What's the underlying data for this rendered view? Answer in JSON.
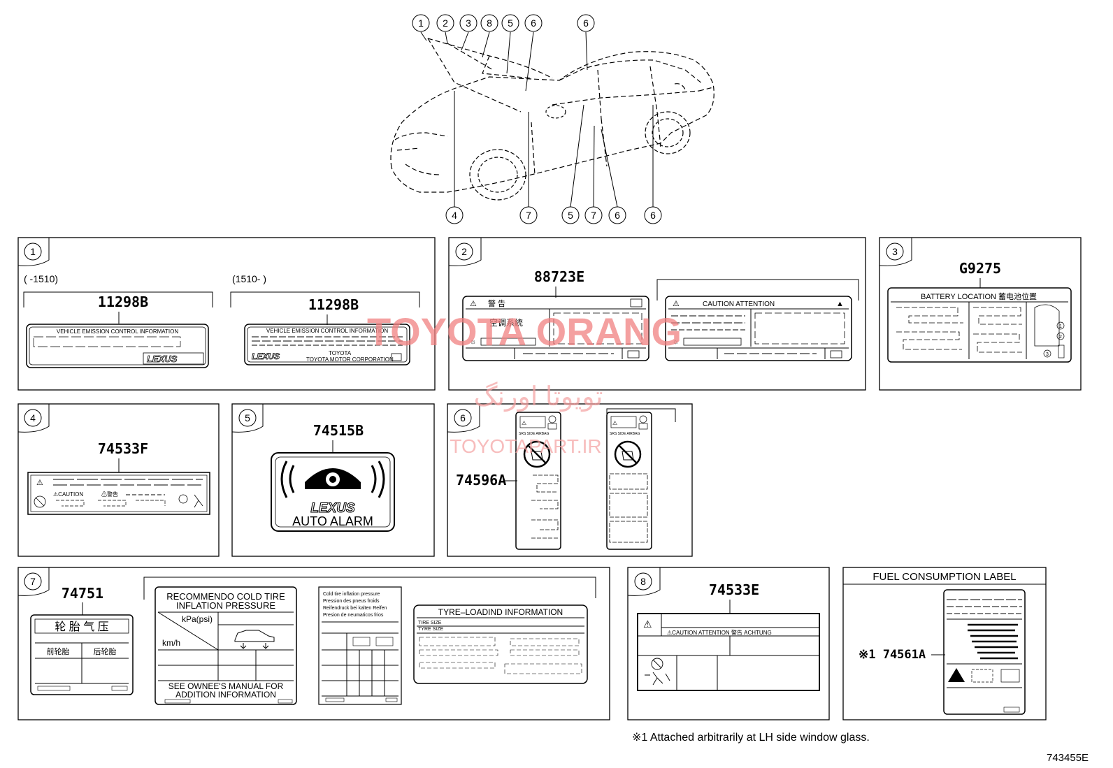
{
  "callouts_top": [
    "1",
    "2",
    "3",
    "8",
    "5",
    "6",
    "6"
  ],
  "callouts_bottom": [
    "4",
    "7",
    "5",
    "7",
    "6",
    "6"
  ],
  "panels": {
    "p1": {
      "number": "1",
      "range_left": "(      -1510)",
      "range_right": "(1510-      )",
      "part_left": "11298B",
      "part_right": "11298B",
      "label_left_heading": "VEHICLE  EMISSION  CONTROL  INFORMATION",
      "label_right_heading": "VEHICLE  EMISSION  CONTROL  INFORMATION",
      "label_right_maker": "TOYOTA",
      "label_right_corp": "TOYOTA  MOTOR  CORPORATION",
      "brand": "LEXUS"
    },
    "p2": {
      "number": "2",
      "part": "88723E",
      "label_left_title": "警 告",
      "label_left_text": "空调系統",
      "label_right_title": "CAUTION  ATTENTION"
    },
    "p3": {
      "number": "3",
      "part": "G9275",
      "label_title": "BATTERY LOCATION  蓄电池位置",
      "loc_marks": [
        "1",
        "2",
        "3"
      ]
    },
    "p4": {
      "number": "4",
      "part": "74533F",
      "caution": "⚠CAUTION",
      "warning": "⚠警告"
    },
    "p5": {
      "number": "5",
      "part": "74515B",
      "brand": "LEXUS",
      "text": "AUTO ALARM"
    },
    "p6": {
      "number": "6",
      "part": "74596A",
      "tags": "SRS  SIDE  AIRBAG"
    },
    "p7": {
      "number": "7",
      "part": "74751",
      "cn_title": "轮 胎 气 压",
      "cn_front": "前轮胎",
      "cn_rear": "后轮胎",
      "rec_title1": "RECOMMENDO COLD TIRE",
      "rec_title2": "INFLATION  PRESSURE",
      "rec_unit": "kPa(psi)",
      "rec_speed": "km/h",
      "rec_foot1": "SEE OWNEE'S MANUAL FOR",
      "rec_foot2": "ADDITION  INFORMATION",
      "multi_line1": "Cold tire inflation pressure",
      "multi_line2": "Pression des pneus froids",
      "multi_line3": "Reifendruck bei kalten Reifen",
      "multi_line4": "Presion de neumaticos frios",
      "tyre_title": "TYRE–LOADIND INFORMATION",
      "tyre_row1": "TIRE SIZE",
      "tyre_row2": "TYRE SIZE"
    },
    "p8": {
      "number": "8",
      "part": "74533E",
      "band": "⚠CAUTION  ATTENTION  警告  ACHTUNG"
    },
    "p9": {
      "title": "FUEL CONSUMPTION LABEL",
      "part": "※1 74561A"
    }
  },
  "watermark": {
    "main": "TOYOTA ORANG",
    "persian": "تویوتا اورنگ",
    "site": "TOYOTAPART.IR"
  },
  "footnote": "※1  Attached arbitrarily at LH side window glass.",
  "figure_id": "743455E"
}
